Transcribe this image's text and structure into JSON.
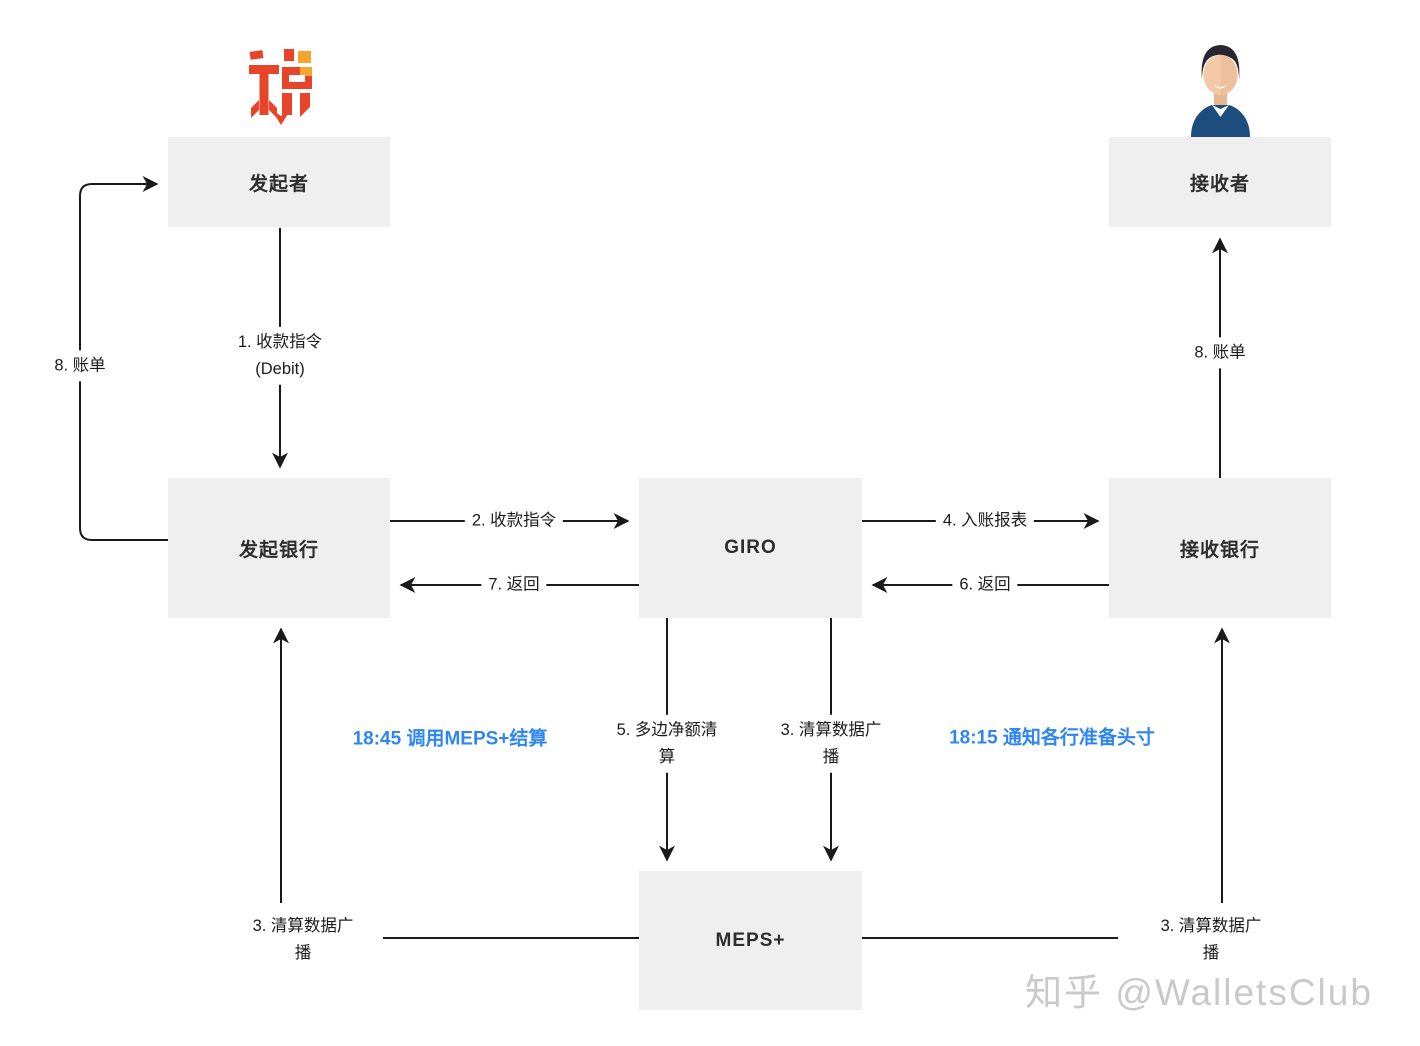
{
  "diagram": {
    "nodes": {
      "initiator": "发起者",
      "receiver": "接收者",
      "initiating_bank": "发起银行",
      "giro": "GIRO",
      "receiving_bank": "接收银行",
      "meps": "MEPS+"
    },
    "edge_labels": {
      "debit_instruction": "1. 收款指令\n(Debit)",
      "collection_instruction": "2. 收款指令",
      "clearing_broadcast_left": "3. 清算数据广\n播",
      "clearing_broadcast_mid": "3. 清算数据广\n播",
      "clearing_broadcast_right": "3. 清算数据广\n播",
      "posting_report": "4. 入账报表",
      "multilateral_netting": "5. 多边净额清\n算",
      "return_to_giro": "6. 返回",
      "return_to_bank": "7. 返回",
      "bill_left": "8. 账单",
      "bill_right": "8. 账单"
    },
    "annotations": {
      "settle_time": "18:45 调用MEPS+结算",
      "notify_time": "18:15 通知各行准备头寸"
    },
    "watermark": "知乎 @WalletsClub",
    "colors": {
      "node_fill": "#efefef",
      "line": "#1a1a1a",
      "annotation_blue": "#2f86f0",
      "logo_red": "#e8442a",
      "logo_orange": "#f6a62c",
      "avatar_suit": "#1d4d7c",
      "avatar_skin": "#f3c9a6",
      "avatar_hair": "#2a2630",
      "watermark_gray": "#c9c9c9"
    }
  }
}
